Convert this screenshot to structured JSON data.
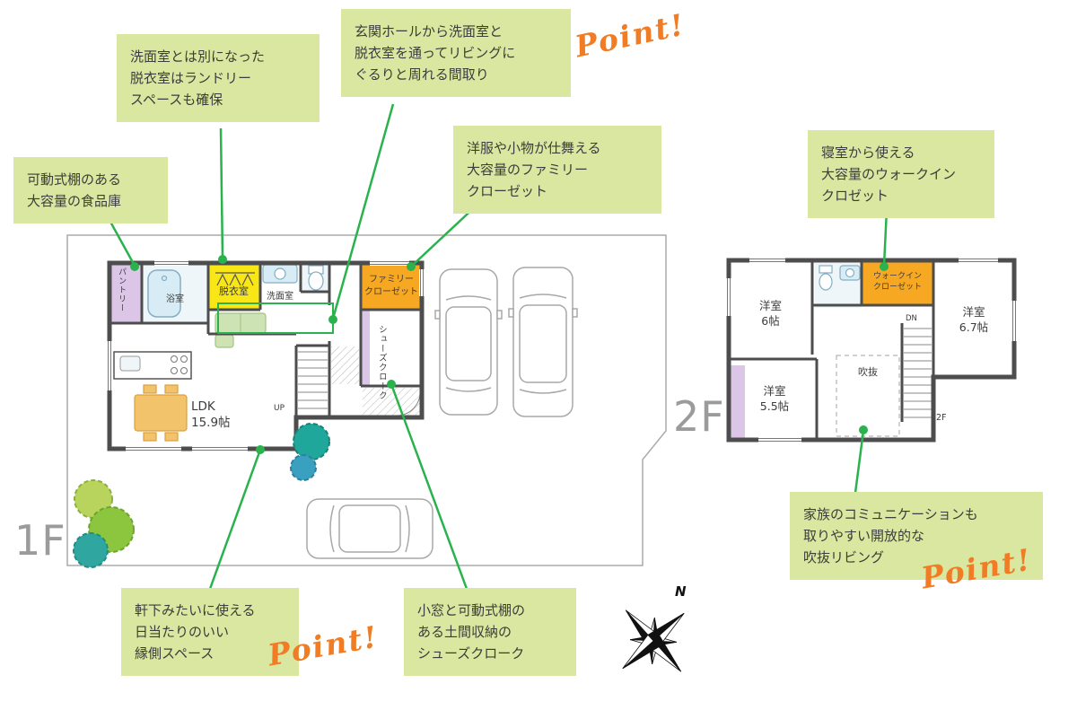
{
  "callouts": [
    {
      "text": "洗面室とは別になった\n脱衣室はランドリー\nスペースも確保"
    },
    {
      "text": "可動式棚のある\n大容量の食品庫"
    },
    {
      "text": "玄関ホールから洗面室と\n脱衣室を通ってリビングに\nぐるりと周れる間取り"
    },
    {
      "text": "洋服や小物が仕舞える\n大容量のファミリー\nクローゼット"
    },
    {
      "text": "寝室から使える\n大容量のウォークイン\nクロゼット"
    },
    {
      "text": "軒下みたいに使える\n日当たりのいい\n縁側スペース"
    },
    {
      "text": "小窓と可動式棚の\nある土間収納の\nシューズクローク"
    },
    {
      "text": "家族のコミュニケーションも\n取りやすい開放的な\n吹抜リビング"
    }
  ],
  "point_label": "Point!",
  "floor_labels": {
    "f1": "1F",
    "f2": "2F"
  },
  "floor1": {
    "rooms": {
      "pantry": "パントリー",
      "bath": "浴室",
      "dressing": "脱衣室",
      "washroom": "洗面室",
      "family_closet": "ファミリー\nクローゼット",
      "shoes_cloak": "シューズクローク",
      "ldk": "LDK\n15.9帖",
      "up": "UP"
    }
  },
  "floor2": {
    "rooms": {
      "bedroom6": "洋室\n6帖",
      "wic": "ウォークイン\nクローゼット",
      "bedroom67": "洋室\n6.7帖",
      "bedroom55": "洋室\n5.5帖",
      "void": "吹抜",
      "dn": "DN",
      "f2_small": "2F"
    }
  },
  "compass": {
    "north": "N"
  },
  "colors": {
    "callout_bg": "#d9e7a0",
    "accent_green": "#2ab24d",
    "point_orange": "#f07d26",
    "room_yellow": "#f8e616",
    "room_orange": "#f7a823",
    "room_purple": "#dcc6e8",
    "room_blue": "#d7ecf5",
    "wall": "#4d4d4d",
    "floor_label_gray": "#9b9b9b"
  }
}
